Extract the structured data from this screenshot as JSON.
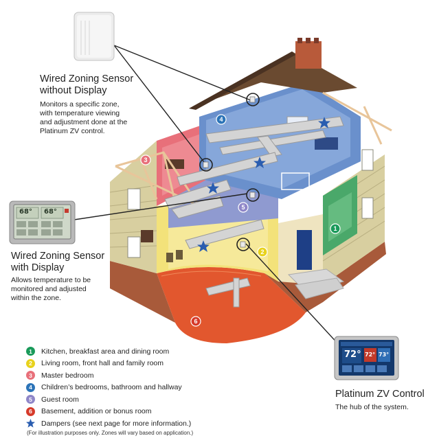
{
  "callouts": {
    "sensor_no_display": {
      "title_line1": "Wired Zoning Sensor",
      "title_line2": "without Display",
      "desc_lines": [
        "Monitors a specific zone,",
        "with temperature viewing",
        "and adjustment done at the",
        "Platinum ZV control."
      ]
    },
    "sensor_display": {
      "title_line1": "Wired Zoning Sensor",
      "title_line2": "with Display",
      "desc_lines": [
        "Allows temperature to be",
        "monitored and adjusted",
        "within the zone."
      ],
      "screen_values": [
        "68°",
        "68°"
      ]
    },
    "platinum": {
      "title": "Platinum ZV Control",
      "desc": "The hub of the system.",
      "screen_value": "72°",
      "screen_values_small": [
        "72°",
        "73°"
      ]
    }
  },
  "zone_markers": [
    {
      "number": "1",
      "color": "#1a9a5a"
    },
    {
      "number": "2",
      "color": "#e8d21c"
    },
    {
      "number": "3",
      "color": "#e8707a"
    },
    {
      "number": "4",
      "color": "#2c74b8"
    },
    {
      "number": "5",
      "color": "#8f86c8"
    },
    {
      "number": "6",
      "color": "#d63a2a"
    }
  ],
  "legend": {
    "items": [
      {
        "number": "1",
        "label": "Kitchen, breakfast area and dining room",
        "color": "#1a9a5a"
      },
      {
        "number": "2",
        "label": "Living room, front hall and family room",
        "color": "#e8d21c"
      },
      {
        "number": "3",
        "label": "Master bedroom",
        "color": "#e8707a"
      },
      {
        "number": "4",
        "label": "Children’s bedrooms, bathroom and hallway",
        "color": "#2c74b8"
      },
      {
        "number": "5",
        "label": "Guest room",
        "color": "#8f86c8"
      },
      {
        "number": "6",
        "label": "Basement, addition or bonus room",
        "color": "#d63a2a"
      }
    ],
    "dampers_label": "Dampers (see next page for more information.)",
    "star_color": "#2a5db0"
  },
  "footnote": "(For illustration purposes only. Zones will vary based on application.)"
}
